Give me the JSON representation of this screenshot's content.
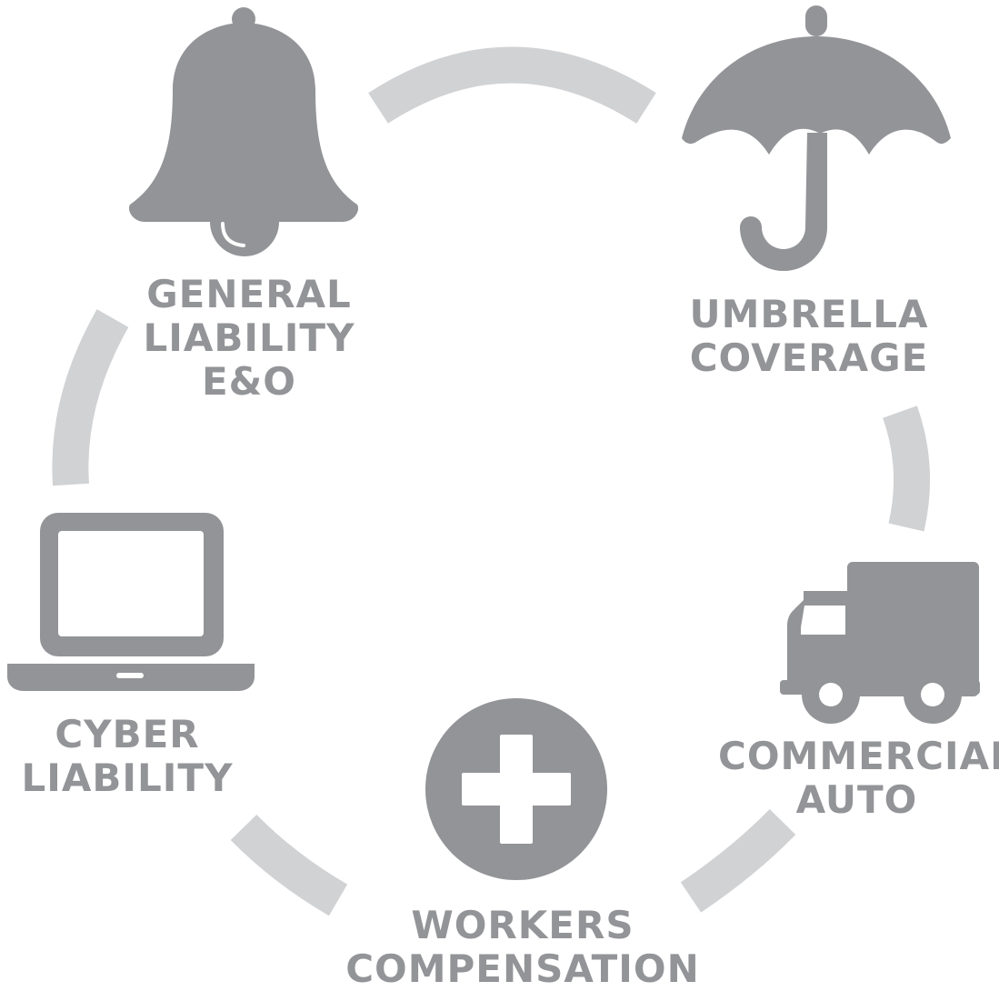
{
  "colors": {
    "icon": "#939497",
    "connector": "#d1d2d4",
    "label": "#939497",
    "background": "#ffffff"
  },
  "items": [
    {
      "id": "general-liability",
      "icon": "bell-icon",
      "lines": [
        "GENERAL",
        "LIABILITY",
        "E&O"
      ]
    },
    {
      "id": "umbrella-coverage",
      "icon": "umbrella-icon",
      "lines": [
        "UMBRELLA",
        "COVERAGE"
      ]
    },
    {
      "id": "commercial-auto",
      "icon": "truck-icon",
      "lines": [
        "COMMERCIAL",
        "AUTO"
      ]
    },
    {
      "id": "workers-compensation",
      "icon": "medical-cross-icon",
      "lines": [
        "WORKERS",
        "COMPENSATION"
      ]
    },
    {
      "id": "cyber-liability",
      "icon": "laptop-icon",
      "lines": [
        "CYBER",
        "LIABILITY"
      ]
    }
  ]
}
